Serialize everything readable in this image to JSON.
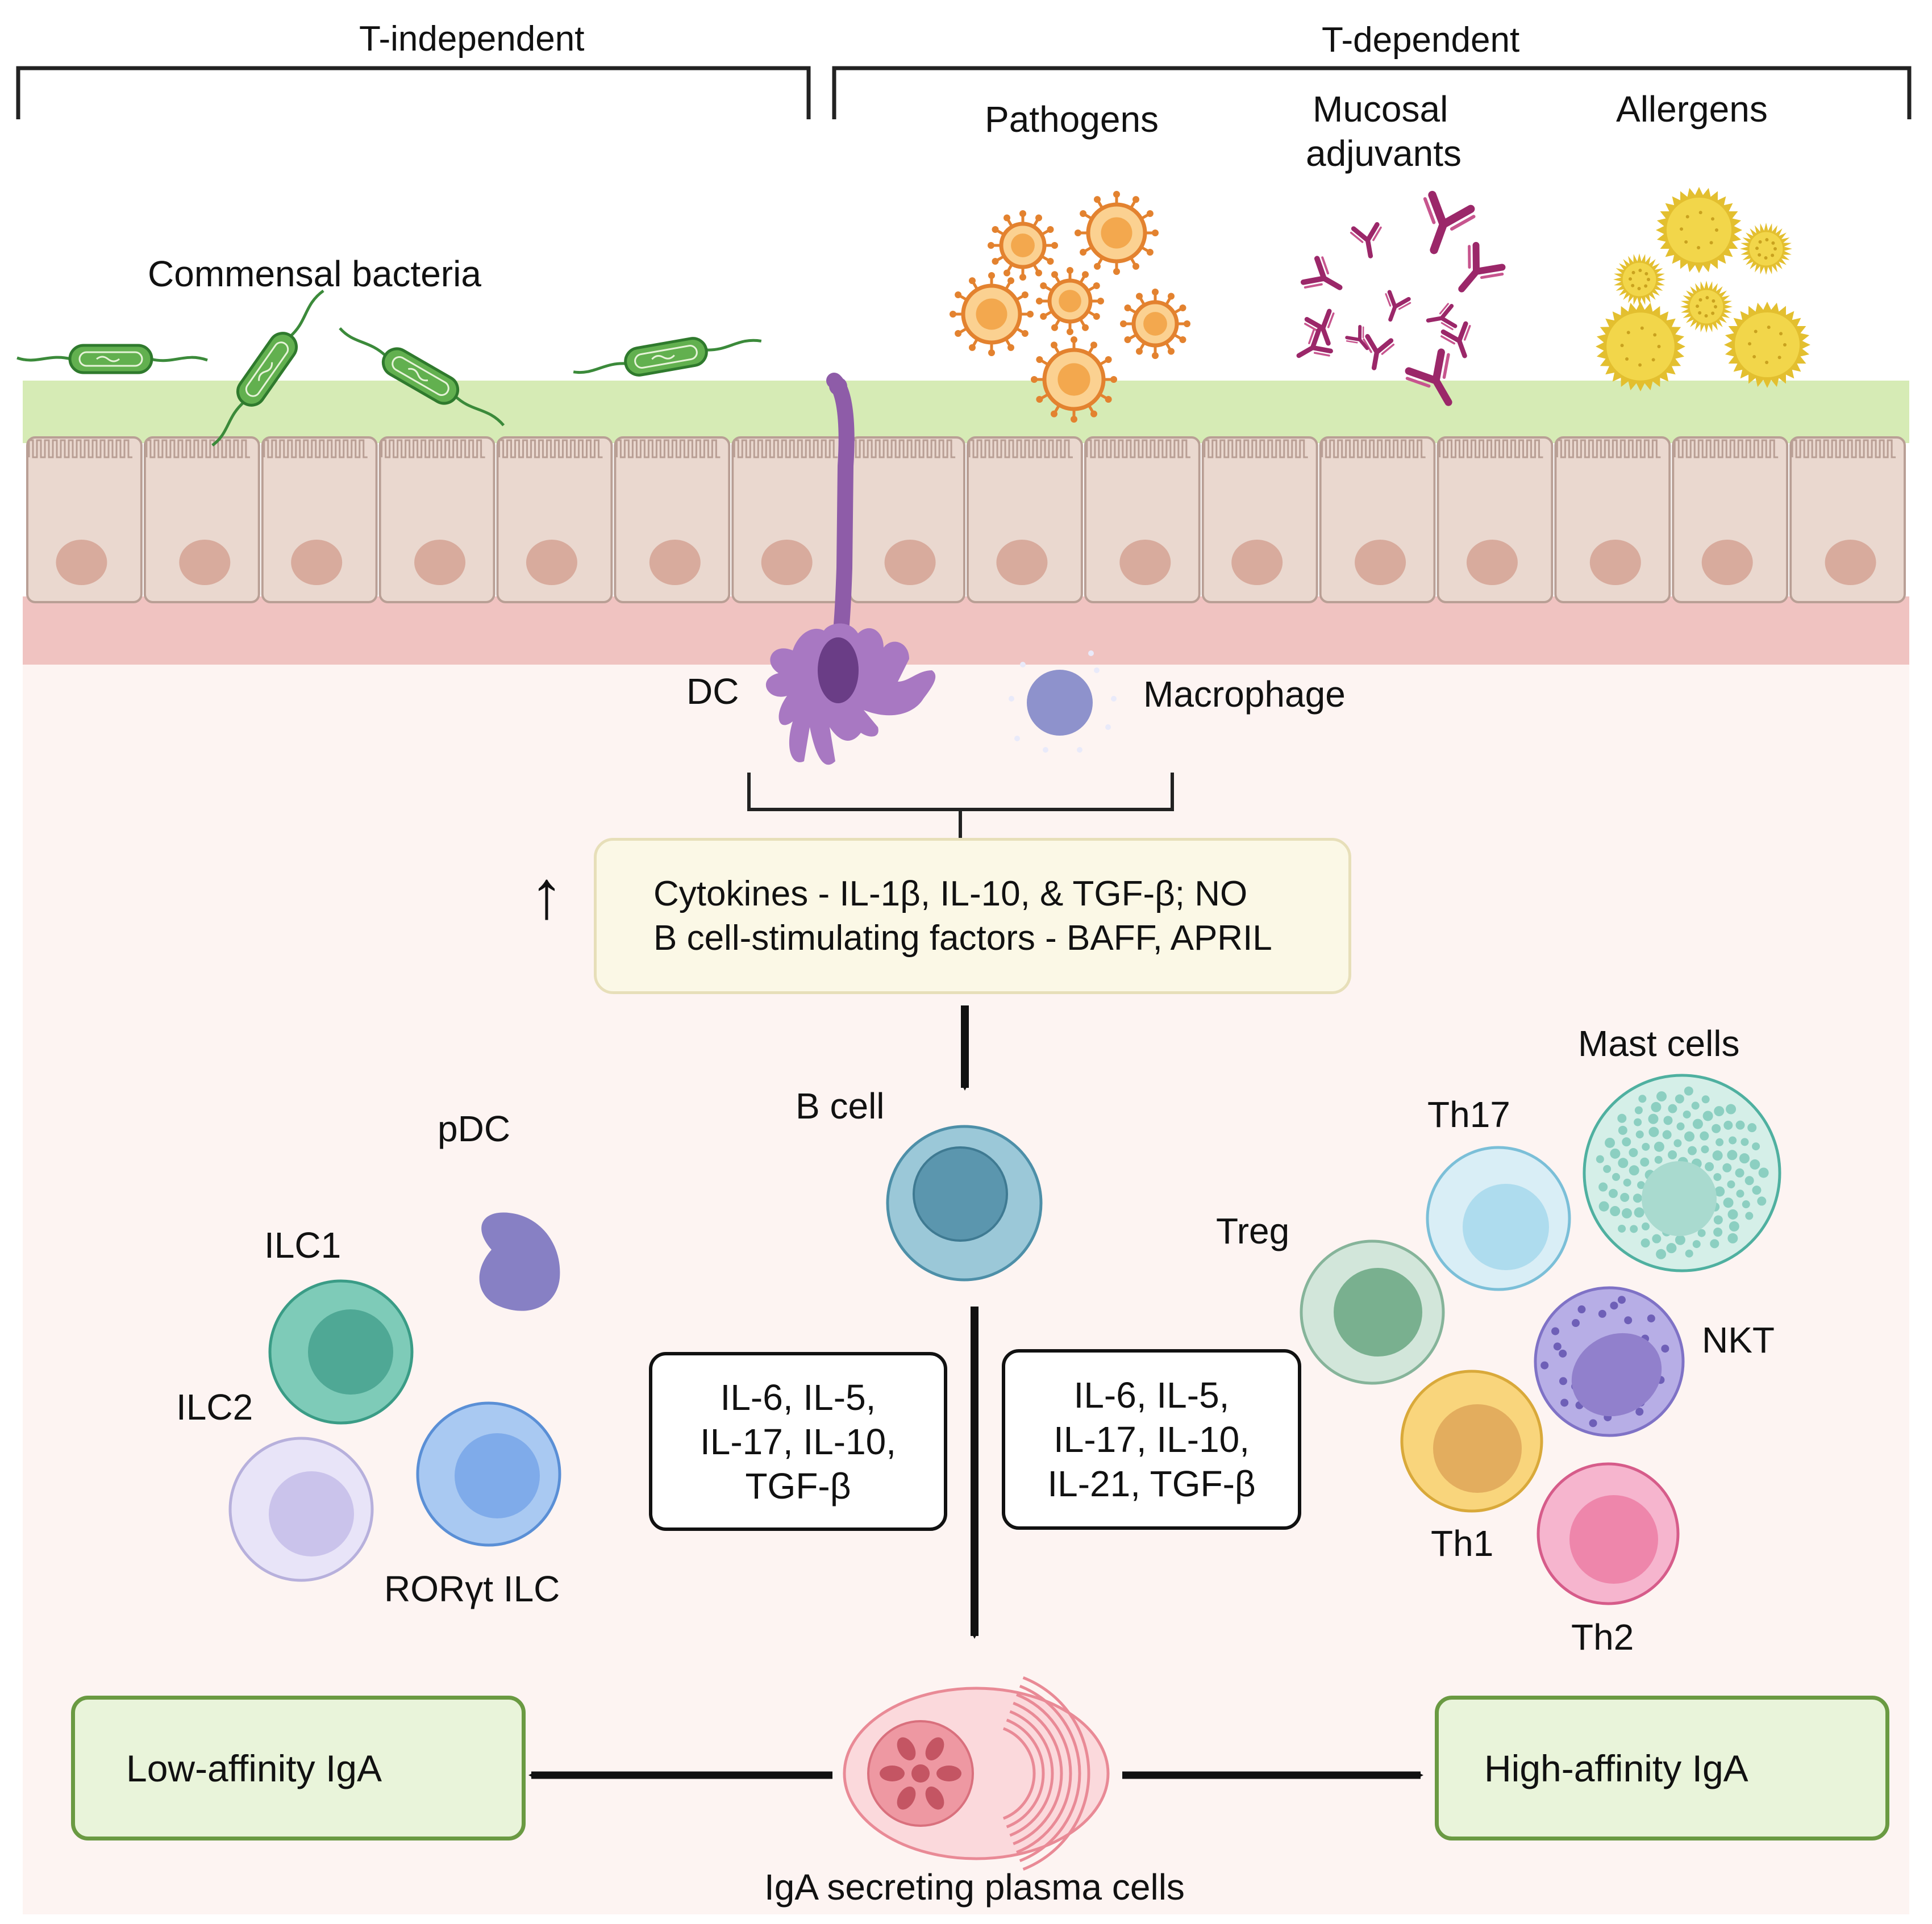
{
  "pathways": {
    "t_independent": "T-independent",
    "t_dependent": "T-dependent"
  },
  "stimuli": {
    "commensal": "Commensal bacteria",
    "pathogens": "Pathogens",
    "adjuvants_line1": "Mucosal",
    "adjuvants_line2": "adjuvants",
    "allergens": "Allergens"
  },
  "apc": {
    "dc": "DC",
    "macrophage": "Macrophage"
  },
  "factors": {
    "up_arrow": "↑",
    "line1": "Cytokines - IL-1β, IL-10, & TGF-β; NO",
    "line2": "B cell-stimulating factors - BAFF, APRIL"
  },
  "bcell": "B cell",
  "innate_cells": {
    "pdc": "pDC",
    "ilc1": "ILC1",
    "ilc2": "ILC2",
    "rorgt": "RORγt ILC"
  },
  "t_cells": {
    "mast": "Mast cells",
    "th17": "Th17",
    "treg": "Treg",
    "nkt": "NKT",
    "th1": "Th1",
    "th2": "Th2"
  },
  "left_cytokines": [
    "IL-6, IL-5,",
    "IL-17, IL-10,",
    "TGF-β"
  ],
  "right_cytokines": [
    "IL-6, IL-5,",
    "IL-17, IL-10,",
    "IL-21, TGF-β"
  ],
  "outputs": {
    "low": "Low-affinity IgA",
    "high": "High-affinity IgA",
    "plasma": "IgA secreting plasma cells"
  },
  "colors": {
    "lumen_mucus": "#d6ebb5",
    "epithelium": "#ead8cf",
    "basement": "#f0c3c1",
    "lamina_propria": "#fdf4f2",
    "factor_box": "#fbf8e6",
    "output_box": "#e9f4da",
    "output_border": "#6a9a42"
  }
}
